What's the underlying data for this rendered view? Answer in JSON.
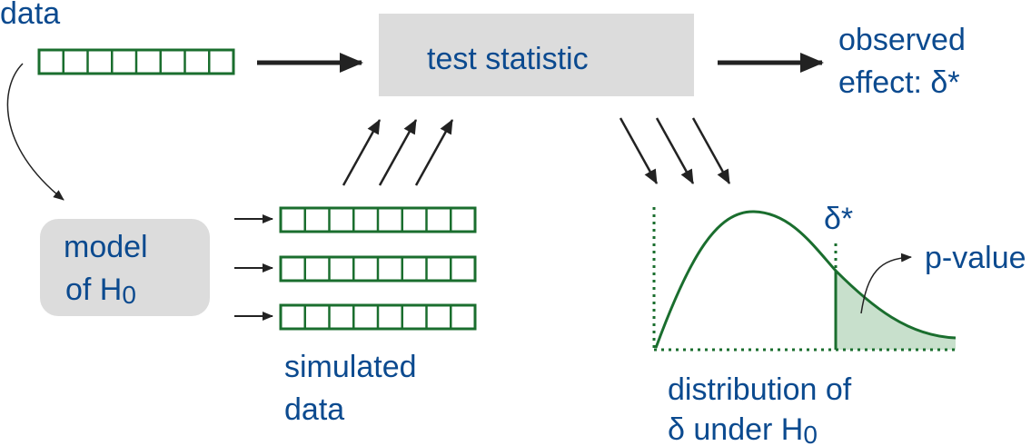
{
  "labels": {
    "data": "data",
    "test_statistic": "test statistic",
    "observed_line1": "observed",
    "observed_line2": "effect: δ*",
    "model_line1": "model",
    "model_line2_prefix": "of H",
    "model_line2_sub": "0",
    "simulated_line1": "simulated",
    "simulated_line2": "data",
    "delta_star": "δ*",
    "p_value": "p-value",
    "dist_line1": "distribution of",
    "dist_line2_prefix": "δ under H",
    "dist_line2_sub": "0"
  },
  "data_array_cells": 8,
  "simulated_arrays": 3,
  "colors": {
    "text": "#0b4a8f",
    "green": "#1a6e2e",
    "tail_fill": "#c8e0cc",
    "box_fill": "#dcdcdc",
    "arrow": "#222222"
  }
}
